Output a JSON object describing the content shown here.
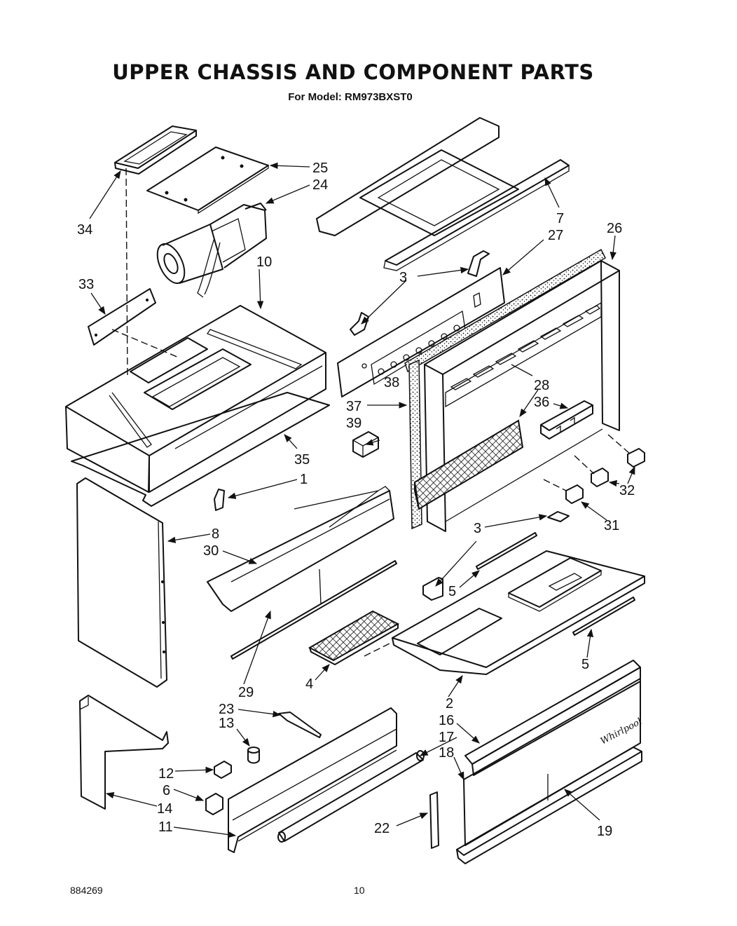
{
  "title": "UPPER CHASSIS AND COMPONENT PARTS",
  "subtitle": "For Model: RM973BXST0",
  "footer": {
    "code": "884269",
    "page_number": "10"
  },
  "logo_text": "Whirlpool",
  "callouts": {
    "c1": "1",
    "c2": "2",
    "c3a": "3",
    "c3b": "3",
    "c4": "4",
    "c5a": "5",
    "c5b": "5",
    "c6": "6",
    "c7": "7",
    "c8": "8",
    "c10": "10",
    "c11": "11",
    "c12": "12",
    "c13": "13",
    "c14": "14",
    "c16": "16",
    "c17": "17",
    "c18": "18",
    "c19": "19",
    "c22": "22",
    "c23": "23",
    "c24": "24",
    "c25": "25",
    "c26": "26",
    "c27": "27",
    "c28": "28",
    "c29": "29",
    "c30": "30",
    "c31": "31",
    "c32": "32",
    "c33": "33",
    "c34": "34",
    "c35": "35",
    "c36": "36",
    "c37": "37",
    "c38": "38",
    "c39": "39"
  }
}
